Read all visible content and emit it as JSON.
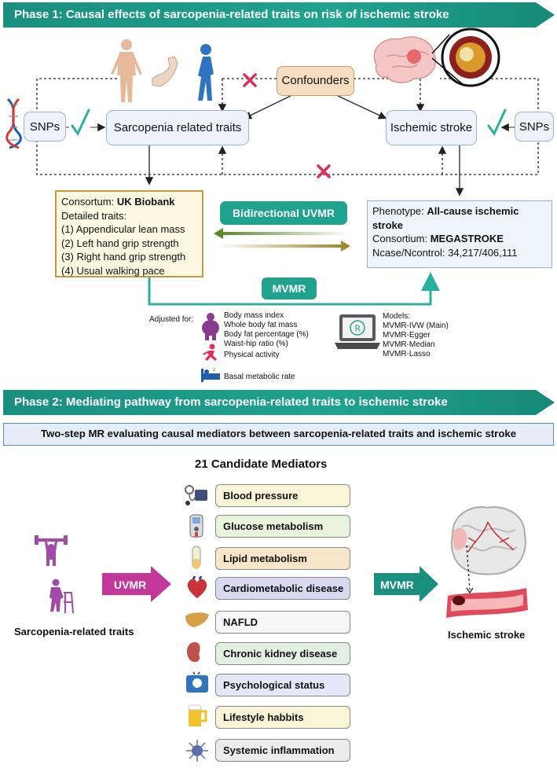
{
  "phase1": {
    "title": "Phase 1: Causal effects of sarcopenia-related traits on risk of ischemic stroke",
    "snps_left": "SNPs",
    "snps_right": "SNPs",
    "sarcopenia_box": "Sarcopenia related traits",
    "stroke_box": "Ischemic stroke",
    "confounders": "Confounders",
    "consortium": {
      "consortium_label": "Consortum: ",
      "consortium_value": "UK Biobank",
      "traits_label": "Detailed traits:",
      "traits": [
        "(1) Appendicular lean mass",
        "(2) Left hand grip strength",
        "(3) Right hand grip strength",
        "(4) Usual walking pace"
      ]
    },
    "uvmr_label": "Bidirectional UVMR",
    "mvmr_label": "MVMR",
    "outcome": {
      "phenotype_label": "Phenotype: ",
      "phenotype_value": "All-cause ischemic stroke",
      "consortium_label": "Consortium: ",
      "consortium_value": "MEGASTROKE",
      "ncase_label": "Ncase/Ncontrol: 34,217/406,111"
    },
    "adjusted_label": "Adjusted for:",
    "adjusted_body": [
      "Body mass index",
      "Whole body fat mass",
      "Body fat percentage (%)",
      "Waist-hip ratio (%)"
    ],
    "adjusted_activity": "Physical activity",
    "adjusted_bmr": "Basal metabolic rate",
    "models_label": "Models:",
    "models": [
      "MVMR-IVW (Main)",
      "MVMR-Egger",
      "MVMR-Median",
      "MVMR-Lasso"
    ],
    "r_logo": "R"
  },
  "phase2": {
    "title": "Phase 2: Mediating pathway from sarcopenia-related traits to ischemic stroke",
    "subtitle": "Two-step MR evaluating causal mediators between sarcopenia-related traits and ischemic stroke",
    "candidates_title": "21 Candidate Mediators",
    "mediators": [
      {
        "label": "Blood pressure",
        "color": "#fbf5d7",
        "icon": "blood-pressure-cuff-icon"
      },
      {
        "label": "Glucose metabolism",
        "color": "#e8f4dc",
        "icon": "glucometer-icon"
      },
      {
        "label": "Lipid metabolism",
        "color": "#f7e6c7",
        "icon": "blood-tube-icon"
      },
      {
        "label": "Cardiometabolic disease",
        "color": "#d9d9f1",
        "icon": "heart-icon"
      },
      {
        "label": "NAFLD",
        "color": "#f7f7f7",
        "icon": "liver-icon"
      },
      {
        "label": "Chronic kidney disease",
        "color": "#e3efe3",
        "icon": "kidney-icon"
      },
      {
        "label": "Psychological status",
        "color": "#e4e8f8",
        "icon": "head-icon"
      },
      {
        "label": "Lifestyle habbits",
        "color": "#fbf5d7",
        "icon": "beer-icon"
      },
      {
        "label": "Systemic inflammation",
        "color": "#ececec",
        "icon": "immune-cell-icon"
      }
    ],
    "uvmr_arrow": "UVMR",
    "mvmr_arrow": "MVMR",
    "left_label": "Sarcopenia-related traits",
    "right_label": "Ischemic stroke"
  },
  "colors": {
    "teal": "#1fa38e",
    "magenta": "#c2389a",
    "red_x": "#e0305a"
  }
}
